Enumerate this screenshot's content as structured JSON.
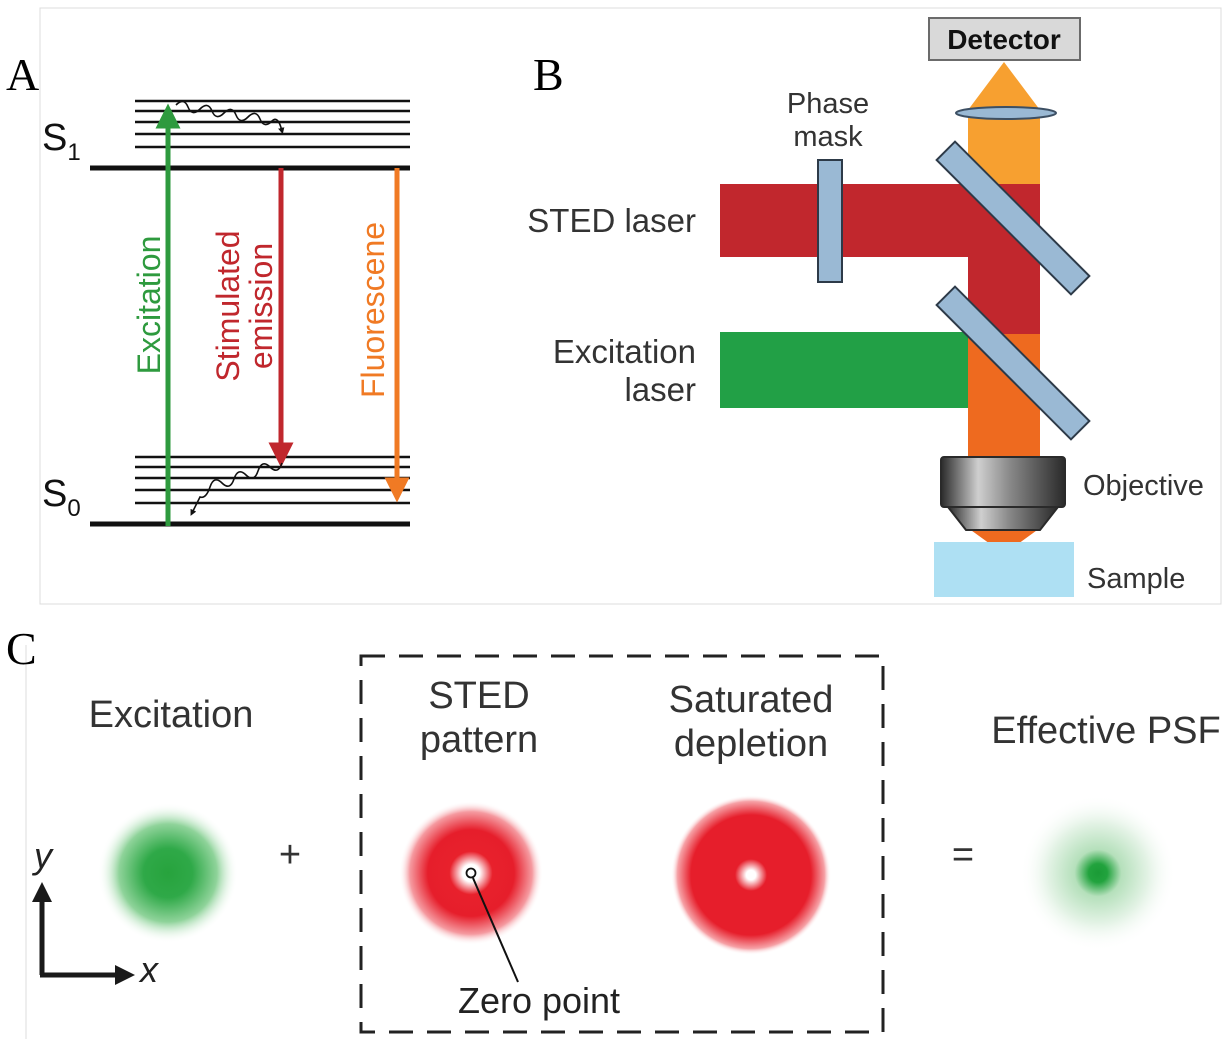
{
  "panels": {
    "a": "A",
    "b": "B",
    "c": "C"
  },
  "energy_diagram": {
    "s1_letter": "S",
    "s1_sub": "1",
    "s0_letter": "S",
    "s0_sub": "0",
    "excitation": "Excitation",
    "stimulated_1": "Stimulated",
    "stimulated_2": "emission",
    "fluorescence": "Fluorescene",
    "colors": {
      "excitation": "#2e9a3e",
      "stimulated": "#c0272d",
      "fluorescence": "#f07a24"
    }
  },
  "setup": {
    "detector": "Detector",
    "phase_mask_1": "Phase",
    "phase_mask_2": "mask",
    "sted_laser": "STED laser",
    "excitation_laser_1": "Excitation",
    "excitation_laser_2": "laser",
    "objective": "Objective",
    "sample": "Sample",
    "colors": {
      "sted": "#c1272d",
      "excitation": "#22a046",
      "emission": "#f7a030",
      "mixed": "#ee6a1f",
      "optics": "#9ab9d4",
      "sample": "#aee0f3"
    }
  },
  "psf": {
    "excitation": "Excitation",
    "sted_1": "STED",
    "sted_2": "pattern",
    "sat_1": "Saturated",
    "sat_2": "depletion",
    "effective": "Effective PSF",
    "plus": "+",
    "equals": "=",
    "zero_point": "Zero point",
    "axis_y": "y",
    "axis_x": "x"
  }
}
